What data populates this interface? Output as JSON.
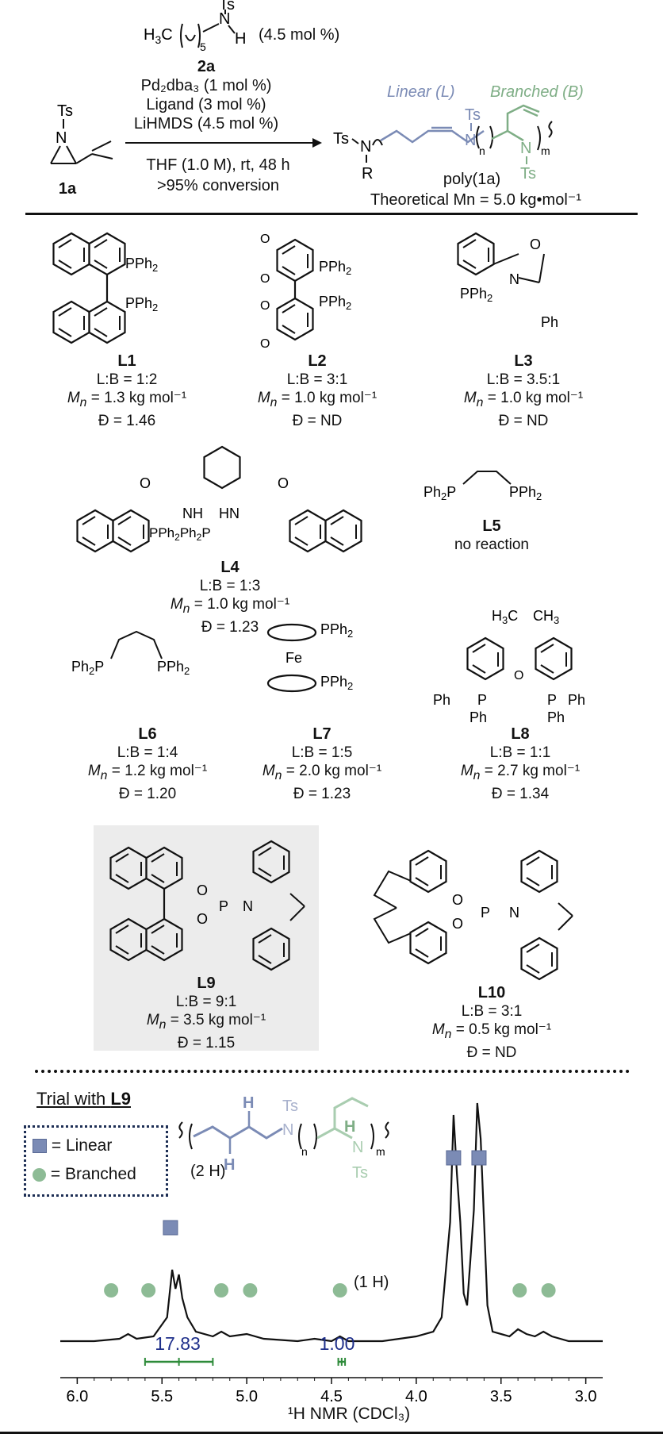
{
  "scheme": {
    "reagent_2a_formula": "H₃C(CH₂)₅NHTs",
    "reagent_2a_loading": "(4.5 mol %)",
    "reagent_2a_label": "2a",
    "conditions": [
      "Pd₂dba₃ (1 mol %)",
      "Ligand (3 mol %)",
      "LiHMDS (4.5 mol %)"
    ],
    "conditions_below": [
      "THF (1.0 M), rt, 48 h",
      ">95% conversion"
    ],
    "substrate_label": "1a",
    "linear_label": "Linear (L)",
    "branched_label": "Branched (B)",
    "product_label": "poly(1a)",
    "theoretical_mn": "Theoretical Mn = 5.0 kg•mol⁻¹",
    "colors": {
      "linear": "#7b8bb5",
      "branched": "#7fae86"
    }
  },
  "ligands": [
    {
      "name": "L1",
      "lb": "L:B = 1:2",
      "mn": "= 1.3 kg mol⁻¹",
      "d": "Đ = 1.46"
    },
    {
      "name": "L2",
      "lb": "L:B = 3:1",
      "mn": "= 1.0 kg mol⁻¹",
      "d": "Đ = ND"
    },
    {
      "name": "L3",
      "lb": "L:B = 3.5:1",
      "mn": "= 1.0 kg mol⁻¹",
      "d": "Đ = ND"
    },
    {
      "name": "L4",
      "lb": "L:B = 1:3",
      "mn": "= 1.0 kg mol⁻¹",
      "d": "Đ = 1.23"
    },
    {
      "name": "L5",
      "note": "no reaction"
    },
    {
      "name": "L6",
      "lb": "L:B = 1:4",
      "mn": "= 1.2 kg mol⁻¹",
      "d": "Đ = 1.20"
    },
    {
      "name": "L7",
      "lb": "L:B = 1:5",
      "mn": "= 2.0 kg mol⁻¹",
      "d": "Đ = 1.23"
    },
    {
      "name": "L8",
      "lb": "L:B = 1:1",
      "mn": "= 2.7 kg mol⁻¹",
      "d": "Đ = 1.34"
    },
    {
      "name": "L9",
      "lb": "L:B = 9:1",
      "mn": "= 3.5 kg mol⁻¹",
      "d": "Đ = 1.15"
    },
    {
      "name": "L10",
      "lb": "L:B = 3:1",
      "mn": "= 0.5 kg mol⁻¹",
      "d": "Đ = ND"
    }
  ],
  "mn_symbol": "M",
  "mn_sub": "n",
  "nmr": {
    "trial_prefix": "Trial with ",
    "trial_ligand": "L9",
    "legend_linear": "= Linear",
    "legend_branched": "= Branched",
    "label_2h": "(2 H)",
    "label_1h": "(1 H)",
    "integral_1": "17.83",
    "integral_2": "1.00",
    "x_ticks": [
      "6.0",
      "5.5",
      "5.0",
      "4.5",
      "4.0",
      "3.5",
      "3.0"
    ],
    "x_axis_label": "¹H NMR (CDCl₃)"
  },
  "chart_data": {
    "type": "line",
    "title": "",
    "xlabel": "¹H NMR (CDCl₃)",
    "ylabel": "",
    "xlim": [
      6.1,
      2.9
    ],
    "x_reversed": true,
    "series": [
      {
        "name": "",
        "x": [
          6.1,
          5.9,
          5.75,
          5.7,
          5.65,
          5.55,
          5.47,
          5.44,
          5.42,
          5.4,
          5.38,
          5.35,
          5.3,
          5.2,
          5.15,
          5.1,
          5.0,
          4.9,
          4.7,
          4.6,
          4.5,
          4.45,
          4.4,
          4.2,
          4.0,
          3.9,
          3.85,
          3.8,
          3.78,
          3.76,
          3.74,
          3.72,
          3.7,
          3.68,
          3.66,
          3.64,
          3.62,
          3.6,
          3.58,
          3.55,
          3.45,
          3.4,
          3.35,
          3.3,
          3.25,
          3.2,
          3.1,
          2.9
        ],
        "y": [
          0.0,
          0.0,
          0.01,
          0.03,
          0.01,
          0.02,
          0.1,
          0.3,
          0.22,
          0.28,
          0.18,
          0.1,
          0.04,
          0.02,
          0.04,
          0.02,
          0.03,
          0.01,
          0.0,
          0.01,
          0.0,
          0.02,
          0.0,
          0.0,
          0.02,
          0.04,
          0.1,
          0.5,
          0.95,
          0.7,
          0.5,
          0.2,
          0.15,
          0.35,
          0.55,
          1.0,
          0.85,
          0.5,
          0.15,
          0.04,
          0.02,
          0.05,
          0.03,
          0.02,
          0.04,
          0.02,
          0.0,
          0.0
        ]
      }
    ],
    "x_ticks": [
      6.0,
      5.5,
      5.0,
      4.5,
      4.0,
      3.5,
      3.0
    ],
    "markers": {
      "linear": [
        5.45,
        3.78,
        3.63
      ],
      "branched": [
        5.8,
        5.58,
        5.15,
        4.98,
        4.45,
        3.39,
        3.22
      ]
    },
    "integrals": [
      {
        "from": 5.6,
        "to": 5.2,
        "value": 17.83
      },
      {
        "from": 4.46,
        "to": 4.42,
        "value": 1.0
      }
    ]
  }
}
